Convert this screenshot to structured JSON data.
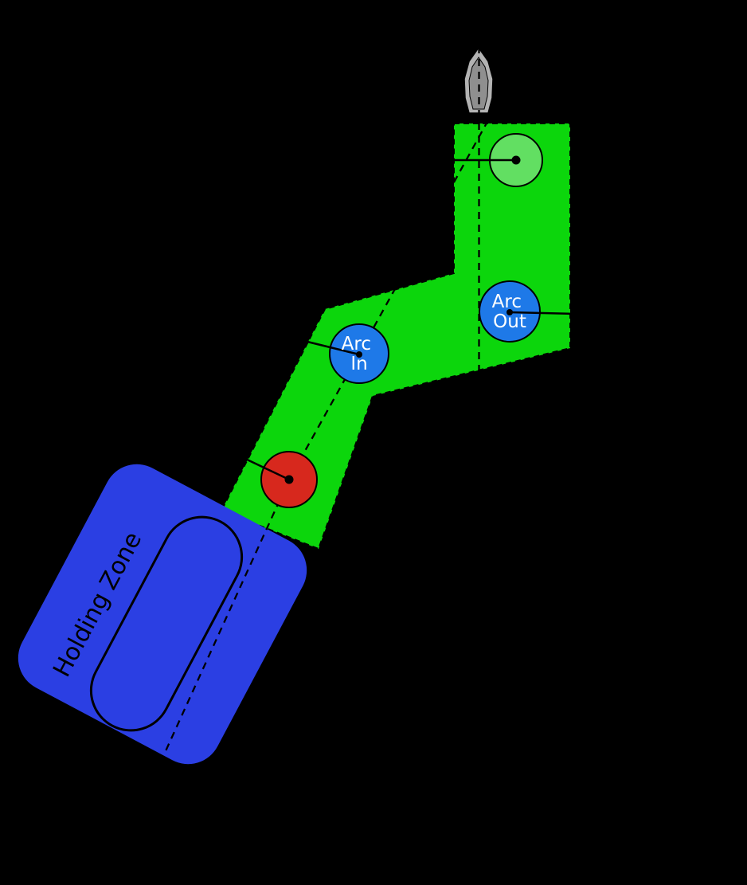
{
  "diagram": {
    "type": "docking-route-diagram",
    "labels": {
      "holding_zone": "Holding Zone",
      "arc_in": [
        "Arc",
        "In"
      ],
      "arc_out": [
        "Arc",
        "Out"
      ]
    },
    "colors": {
      "background": "#000000",
      "corridor_green": "#0cd60c",
      "dock_circle_green": "#62df62",
      "arc_circle_blue": "#1e79e8",
      "holding_zone_blue": "#2b3fe3",
      "entry_circle_red": "#d7281d",
      "vessel_hull_gray": "#b3b3b3",
      "vessel_deck_gray": "#8f8f8f",
      "arc_label_text": "#ffffff",
      "zone_label_text": "#000000",
      "line_black": "#000000"
    }
  }
}
